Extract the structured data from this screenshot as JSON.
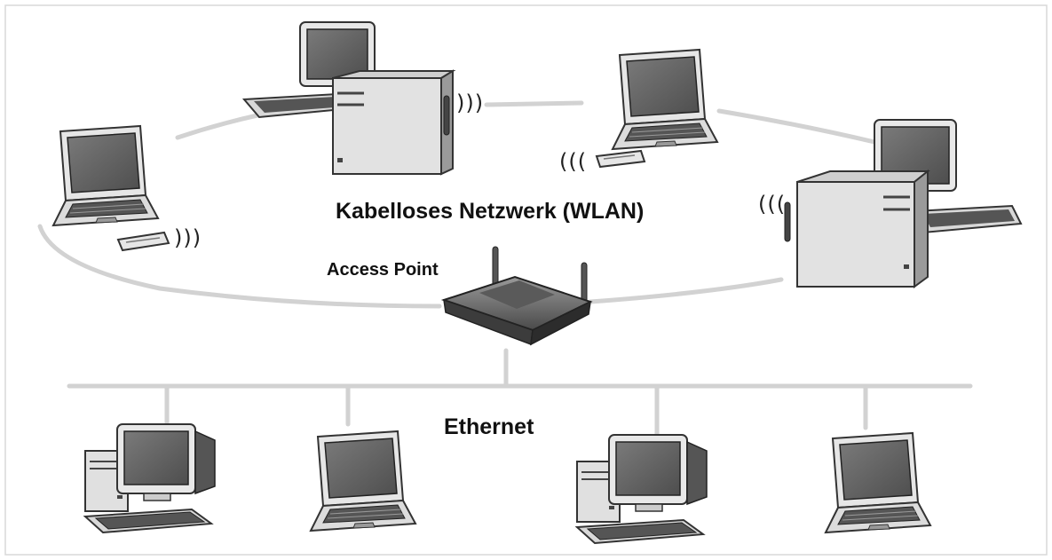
{
  "labels": {
    "wlan": "Kabelloses Netzwerk (WLAN)",
    "access_point": "Access Point",
    "ethernet": "Ethernet"
  },
  "waves": {
    "right": ")))",
    "left": "((("
  },
  "colors": {
    "link": "#d2d2d2",
    "device_dark": "#3a3a3a",
    "device_mid": "#8a8a8a",
    "device_light": "#d9d9d9"
  },
  "icons": {
    "desktop": "desktop-computer-icon",
    "laptop": "laptop-icon",
    "router": "wireless-router-icon",
    "wlan_card": "wlan-card-icon"
  }
}
